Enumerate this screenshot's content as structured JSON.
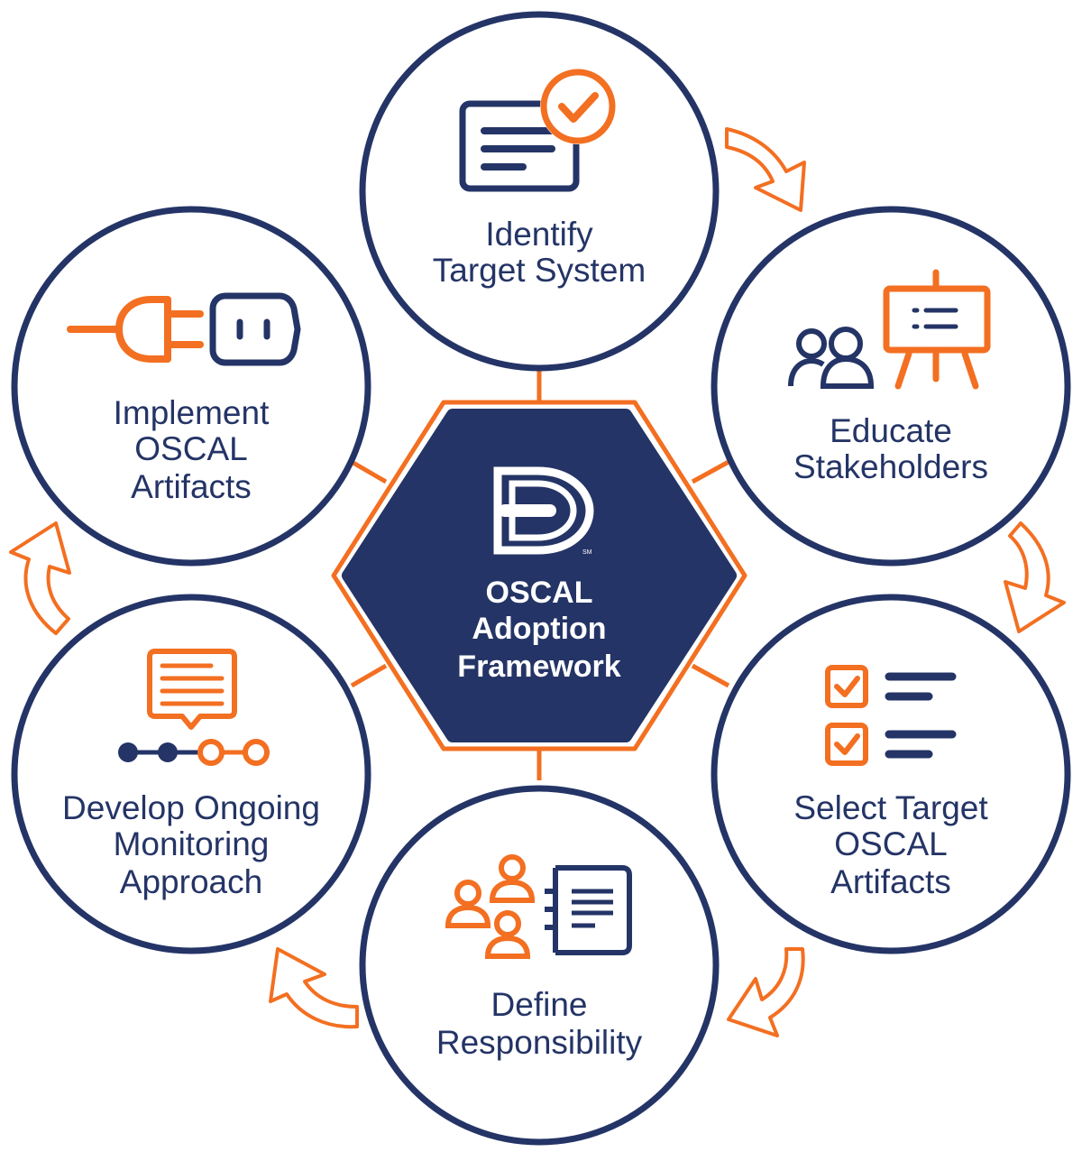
{
  "center": {
    "title_lines": [
      "OSCAL",
      "Adoption",
      "Framework"
    ],
    "logo": "oscal-d-logo",
    "trademark": "SM"
  },
  "steps": [
    {
      "id": "identify",
      "icon": "document-check-icon",
      "lines": [
        "Identify",
        "Target System"
      ]
    },
    {
      "id": "educate",
      "icon": "presentation-audience-icon",
      "lines": [
        "Educate",
        "Stakeholders"
      ]
    },
    {
      "id": "select",
      "icon": "checklist-icon",
      "lines": [
        "Select Target",
        "OSCAL",
        "Artifacts"
      ]
    },
    {
      "id": "define",
      "icon": "team-roles-icon",
      "lines": [
        "Define",
        "Responsibility"
      ]
    },
    {
      "id": "develop",
      "icon": "monitoring-timeline-icon",
      "lines": [
        "Develop Ongoing",
        "Monitoring",
        "Approach"
      ]
    },
    {
      "id": "implement",
      "icon": "plug-socket-icon",
      "lines": [
        "Implement",
        "OSCAL",
        "Artifacts"
      ]
    }
  ],
  "colors": {
    "navy": "#243466",
    "orange": "#f36f21",
    "white": "#ffffff"
  }
}
